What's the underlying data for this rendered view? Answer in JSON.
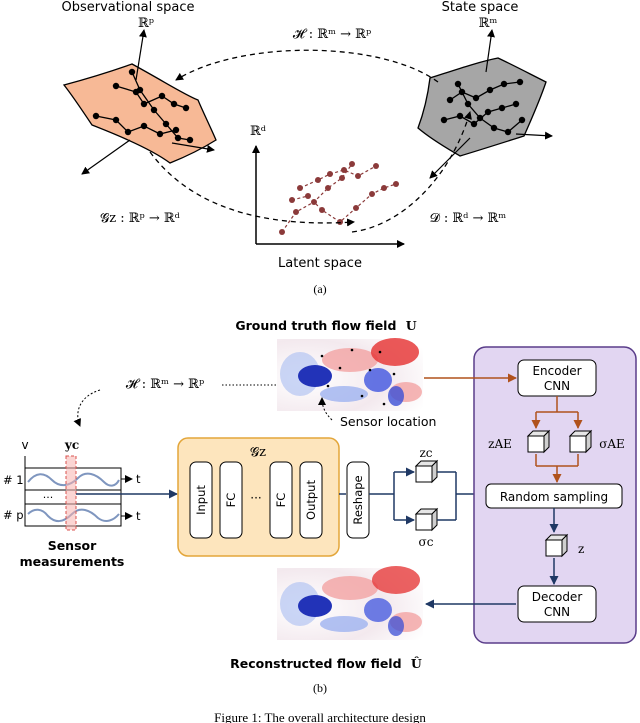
{
  "part_a": {
    "observational_space": "Observational space",
    "obs_dim": "ℝᵖ",
    "state_space": "State space",
    "state_dim": "ℝᵐ",
    "latent_dim": "ℝᵈ",
    "latent_space": "Latent space",
    "map_h": "𝓗 : ℝᵐ → ℝᵖ",
    "map_g": "𝓖z : ℝᵖ → ℝᵈ",
    "map_d": "𝓓 : ℝᵈ → ℝᵐ",
    "label": "(a)"
  },
  "part_b": {
    "ground_truth_title": "Ground truth flow field",
    "ground_truth_symbol": "U",
    "sensor_location": "Sensor location",
    "map_h": "𝓗 : ℝᵐ → ℝᵖ",
    "v_axis": "v",
    "t_axis": "t",
    "yc": "yc",
    "sensor_1": "# 1",
    "sensor_p": "# p",
    "ellipsis": "···",
    "sensor_caption_1": "Sensor",
    "sensor_caption_2": "measurements",
    "gz": "𝓖z",
    "layers": [
      "Input",
      "FC",
      "FC",
      "Output"
    ],
    "layer_ellipsis": "···",
    "reshape": "Reshape",
    "zc": "zc",
    "sigma_c": "σc",
    "encoder_1": "Encoder",
    "encoder_2": "CNN",
    "z_ae": "zAE",
    "sigma_ae": "σAE",
    "random_sampling": "Random sampling",
    "z": "z",
    "decoder_1": "Decoder",
    "decoder_2": "CNN",
    "reconstructed_title": "Reconstructed flow field",
    "reconstructed_symbol": "Û",
    "label": "(b)"
  },
  "caption": "Figure 1: The overall architecture design",
  "colors": {
    "obs_manifold": "#f7b996",
    "state_manifold": "#a6a6a6",
    "latent_curve": "#8b3a3a",
    "gz_box_fill": "#fde5bd",
    "gz_box_stroke": "#e3a63a",
    "vae_fill": "#e2d6f2",
    "vae_stroke": "#5a3d8a",
    "navy_arrow": "#1f3864",
    "brown_arrow": "#b0521c"
  }
}
